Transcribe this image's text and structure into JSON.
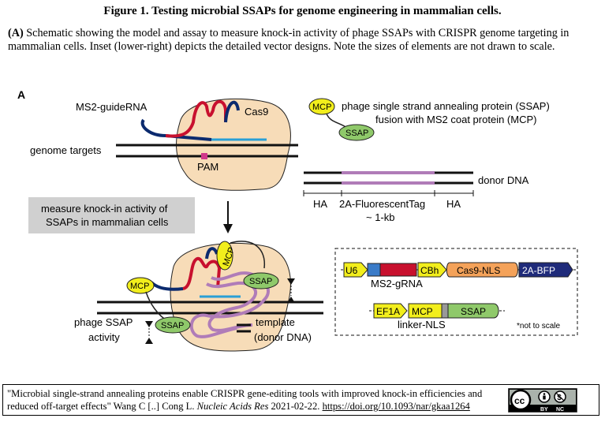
{
  "figure": {
    "title": "Figure 1. Testing microbial SSAPs for genome engineering in mammalian cells.",
    "caption_label": "(A)",
    "caption_text": " Schematic showing the model and assay to measure knock-in activity of phage SSAPs with CRISPR genome targeting in mammalian cells. Inset (lower-right) depicts the detailed vector designs. Note the sizes of elements are not drawn to scale."
  },
  "panel": {
    "letter": "A",
    "ms2_guiderna": "MS2-guideRNA",
    "cas9": "Cas9",
    "genome_targets": "genome targets",
    "pam": "PAM",
    "mcp": "MCP",
    "ssap": "SSAP",
    "legend_line1": "phage single strand annealing protein (SSAP)",
    "legend_line2": "fusion with MS2 coat protein (MCP)",
    "donor_dna": "donor DNA",
    "ha_left": "HA",
    "fluorescent_tag": "2A-FluorescentTag",
    "ha_right": "HA",
    "size": "~ 1-kb",
    "measure_line1": "measure knock-in activity of",
    "measure_line2": "SSAPs in mammalian cells",
    "phage_ssap_line1": "phage SSAP",
    "phage_ssap_line2": "activity",
    "template_line1": "template",
    "template_line2": "(donor DNA)"
  },
  "vectors": {
    "u6": "U6",
    "ms2_grna": "MS2-gRNA",
    "cbh": "CBh",
    "cas9_nls": "Cas9-NLS",
    "bfp": "2A-BFP",
    "ef1a": "EF1A",
    "mcp": "MCP",
    "ssap": "SSAP",
    "linker_nls": "linker-NLS",
    "not_to_scale": "*not to scale"
  },
  "citation": {
    "text_before": "\"Microbial single-strand annealing proteins enable CRISPR gene-editing tools with improved knock-in efficiencies and reduced off-target effects\" Wang C [..] Cong L. ",
    "journal": "Nucleic Acids Res",
    "date": " 2021-02-22. ",
    "doi": "https://doi.org/10.1093/nar/gkaa1264",
    "license_by": "BY",
    "license_nc": "NC"
  },
  "colors": {
    "cas9_body": "#f7dcb8",
    "rna_red": "#c8102e",
    "rna_navy": "#0b2a6e",
    "guide_blue": "#2a9fd6",
    "pam_pink": "#d0378a",
    "donor_purple": "#b07cb8",
    "mcp_yellow": "#f2ee1c",
    "ssap_green": "#8fc96a",
    "cas9nls_orange": "#f4a259",
    "bfp_navy": "#1f2b7a",
    "measure_box_gray": "#d0d0d0"
  }
}
